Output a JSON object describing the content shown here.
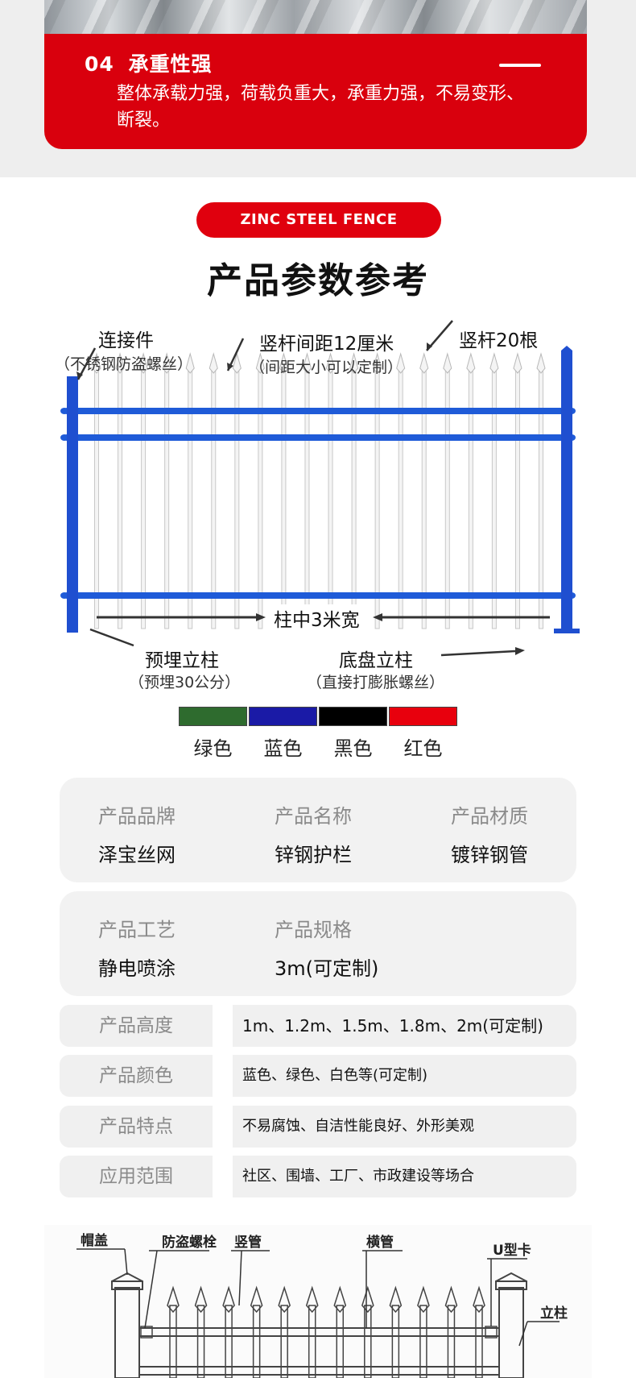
{
  "feature": {
    "number": "04",
    "title": "承重性强",
    "text": "整体承载力强，荷载负重大，承重力强，不易变形、断裂。"
  },
  "section": {
    "pill": "ZINC STEEL FENCE",
    "title": "产品参数参考"
  },
  "diagram": {
    "connector": "连接件",
    "connector_note": "（不锈钢防盗螺丝）",
    "spacing": "竖杆间距12厘米",
    "spacing_note": "（间距大小可以定制）",
    "pickets": "竖杆20根",
    "width": "柱中3米宽",
    "embedded": "预埋立柱",
    "embedded_note": "（预埋30公分）",
    "base": "底盘立柱",
    "base_note": "（直接打膨胀螺丝）",
    "picket_count": 20,
    "fence_color": "#1f5bd8"
  },
  "colors": [
    {
      "name": "绿色",
      "hex": "#2e6b2e"
    },
    {
      "name": "蓝色",
      "hex": "#1a1aa6"
    },
    {
      "name": "黑色",
      "hex": "#000000"
    },
    {
      "name": "红色",
      "hex": "#e8000d"
    }
  ],
  "params_card1": [
    {
      "key": "产品品牌",
      "value": "泽宝丝网"
    },
    {
      "key": "产品名称",
      "value": "锌钢护栏"
    },
    {
      "key": "产品材质",
      "value": "镀锌钢管"
    }
  ],
  "params_card2": [
    {
      "key": "产品工艺",
      "value": "静电喷涂"
    },
    {
      "key": "产品规格",
      "value": "3m(可定制)"
    }
  ],
  "params_rows": [
    {
      "key": "产品高度",
      "value": "1m、1.2m、1.5m、1.8m、2m(可定制)"
    },
    {
      "key": "产品颜色",
      "value": "蓝色、绿色、白色等(可定制)"
    },
    {
      "key": "产品特点",
      "value": "不易腐蚀、自洁性能良好、外形美观"
    },
    {
      "key": "应用范围",
      "value": "社区、围墙、工厂、市政建设等场合"
    }
  ],
  "schematic": {
    "cap": "帽盖",
    "bolt": "防盗螺栓",
    "vertical": "竖管",
    "horizontal": "横管",
    "ucard": "U型卡",
    "post": "立柱"
  }
}
